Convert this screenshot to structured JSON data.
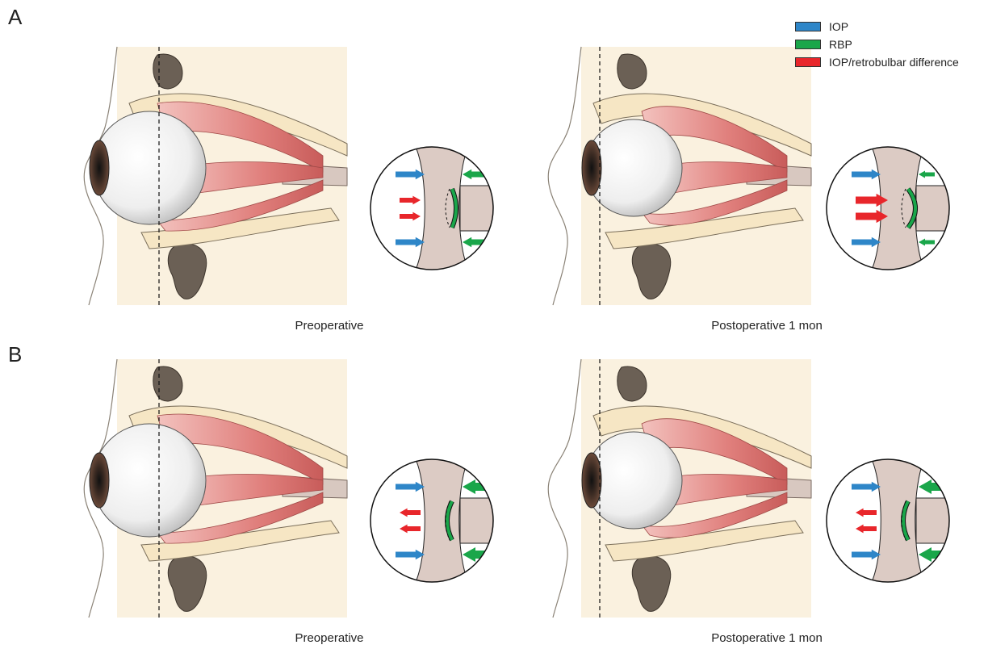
{
  "panels": [
    {
      "letter": "A",
      "views": [
        {
          "caption": "Preoperative",
          "arrows": {
            "iop": "normal",
            "rbp": "small",
            "difference": "small-inward"
          }
        },
        {
          "caption": "Postoperative 1 mon",
          "arrows": {
            "iop": "normal",
            "rbp": "smaller",
            "difference": "large-inward"
          }
        }
      ]
    },
    {
      "letter": "B",
      "views": [
        {
          "caption": "Preoperative",
          "arrows": {
            "iop": "normal",
            "rbp": "large",
            "difference": "small-outward"
          }
        },
        {
          "caption": "Postoperative 1 mon",
          "arrows": {
            "iop": "normal",
            "rbp": "large",
            "difference": "small-outward"
          }
        }
      ]
    }
  ],
  "legend": [
    {
      "label": "IOP",
      "color": "#2e86c8"
    },
    {
      "label": "RBP",
      "color": "#1aa64a"
    },
    {
      "label": "IOP/retrobulbar difference",
      "color": "#e8262b"
    }
  ],
  "colors": {
    "bone": "#f6e6c4",
    "muscle": "#e07f7c",
    "tissue": "#dccbc4",
    "iop": "#2e86c8",
    "rbp": "#1aa64a",
    "difference": "#e8262b"
  }
}
